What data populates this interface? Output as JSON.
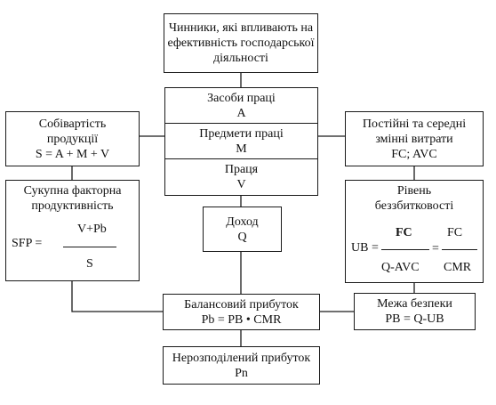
{
  "nodes": {
    "factors": [
      "Чинники, які впливають на",
      "ефективність господарської",
      "діяльності"
    ],
    "labor_means": {
      "title": "Засоби праці",
      "symbol": "A"
    },
    "labor_objects": {
      "title": "Предмети праці",
      "symbol": "M"
    },
    "labor": {
      "title": "Праця",
      "symbol": "V"
    },
    "cost": {
      "lines": [
        "Собівартість",
        "продукції"
      ],
      "formula": "S = A + M + V"
    },
    "fixed_costs": {
      "lines": [
        "Постійні та середні",
        "змінні витрати"
      ],
      "formula": "FC; AVC"
    },
    "sfp": {
      "lines": [
        "Сукупна факторна",
        "продуктивність"
      ],
      "lhs": "SFP =",
      "numerator": "V+Pb",
      "denominator": "S"
    },
    "breakeven": {
      "lines": [
        "Рівень",
        "беззбитковості"
      ],
      "lhs": "UB =",
      "num1": "FC",
      "den1": "Q-AVC",
      "eq": "=",
      "num2": "FC",
      "den2": "CMR"
    },
    "income": {
      "title": "Доход",
      "symbol": "Q"
    },
    "balance_profit": {
      "title": "Балансовий прибуток",
      "formula": "Pb = PB • CMR"
    },
    "safety_margin": {
      "title": "Межа безпеки",
      "formula": "PB = Q-UB"
    },
    "retained_profit": {
      "title": "Нерозподілений прибуток",
      "symbol": "Pn"
    }
  }
}
